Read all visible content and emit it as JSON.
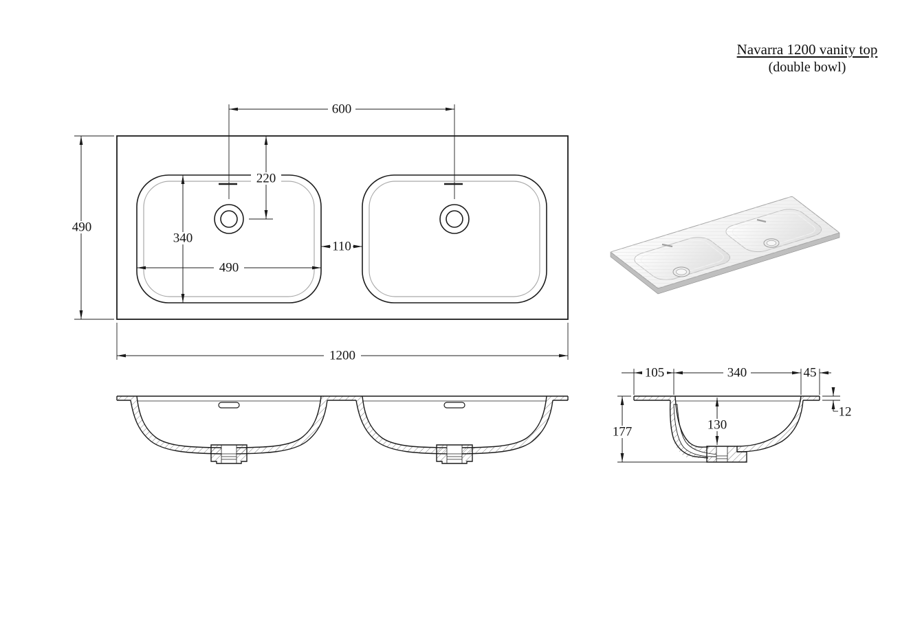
{
  "title": {
    "line1": "Navarra 1200 vanity top",
    "line2": "(double bowl)"
  },
  "views": {
    "plan": {
      "dims": {
        "faucet_spacing": "600",
        "faucet_setback": "220",
        "overall_depth": "490",
        "bowl_depth": "340",
        "bowl_width": "490",
        "bowl_gap": "110",
        "overall_width": "1200"
      }
    },
    "side_section": {
      "dims": {
        "back_ledge": "105",
        "bowl_opening": "340",
        "front_ledge": "45",
        "top_thickness": "12",
        "overall_height": "177",
        "bowl_inner_depth": "130"
      }
    }
  },
  "colors": {
    "line": "#1c1c1c",
    "secondary_line": "#a9a9a9",
    "background": "#ffffff"
  }
}
